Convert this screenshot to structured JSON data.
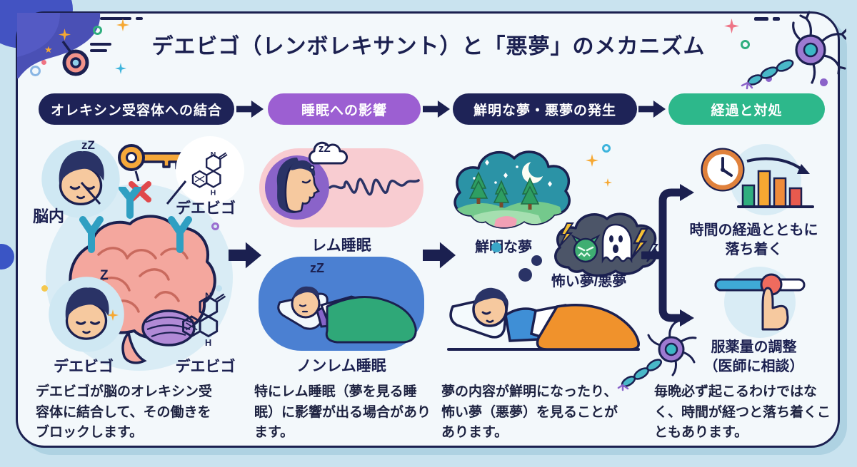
{
  "title": "デエビゴ（レンボレキサント）と「悪夢」のメカニズム",
  "colors": {
    "navy": "#1e2357",
    "purple": "#9c5fd2",
    "green": "#2db88b",
    "card_bg": "#f3f8fb",
    "page_bg": "#c9e3ef",
    "accent_orange": "#f6a832",
    "accent_pink": "#f2938a",
    "accent_teal": "#2f9fc2"
  },
  "steps": [
    {
      "label": "オレキシン受容体への結合"
    },
    {
      "label": "睡眠への影響"
    },
    {
      "label": "鮮明な夢・悪夢の発生"
    },
    {
      "label": "経過と対処"
    }
  ],
  "col1": {
    "zzz_top": "zZ",
    "label_brain": "脳内",
    "label_dayvigo_top": "デエビゴ",
    "zzz_bottom": "Z",
    "label_dayvigo_left": "デエビゴ",
    "label_dayvigo_right": "デエビゴ",
    "atom_n": "N",
    "atom_h": "H",
    "caption": "デエビゴが脳のオレキシン受容体に結合して、その働きをブロックします。"
  },
  "col2": {
    "cloud_zzz": "zZ",
    "rem_label": "レム睡眠",
    "nonrem_zzz": "zZ",
    "nonrem_label": "ノンレム睡眠",
    "caption": "特にレム睡眠（夢を見る睡眠）に影響が出る場合があります。"
  },
  "col3": {
    "vivid_label": "鮮明な夢",
    "scary_label": "怖い夢/悪夢",
    "caption": "夢の内容が鮮明になったり、怖い夢（悪夢）を見ることがあります。"
  },
  "col4": {
    "time_label_line1": "時間の経過とともに",
    "time_label_line2": "落ち着く",
    "dose_label_line1": "服薬量の調整",
    "dose_label_line2": "（医師に相談）",
    "caption": "毎晩必ず起こるわけではなく、時間が経つと落ち着くこともあります。"
  },
  "icons": {
    "sleeping-face": "face with closed eyes and Z",
    "key": "orange key blocked with red X",
    "receptor": "teal Y-shaped orexin receptor",
    "molecule": "chemical structure of lemborexant",
    "brain": "pink brain with cerebellum",
    "rem-wave": "brain wave line",
    "dream-cloud": "night forest dream cloud",
    "nightmare-cloud": "dark cloud with ghost, monster and lightning",
    "clock": "orange clock",
    "declining-chart": "bars decreasing with arrow",
    "slider": "dose slider with pointing finger",
    "neuron": "purple neuron with teal axon"
  }
}
